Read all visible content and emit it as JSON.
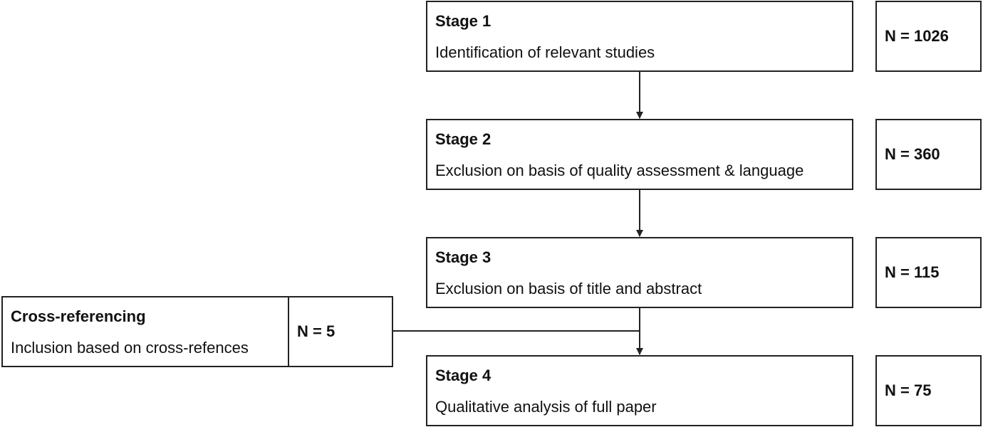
{
  "stages": [
    {
      "title": "Stage 1",
      "description": "Identification of relevant studies",
      "count": "N = 1026"
    },
    {
      "title": "Stage 2",
      "description": "Exclusion on basis of quality assessment & language",
      "count": "N = 360"
    },
    {
      "title": "Stage 3",
      "description": "Exclusion on basis of title and abstract",
      "count": "N = 115"
    },
    {
      "title": "Stage 4",
      "description": "Qualitative analysis of full paper",
      "count": "N = 75"
    }
  ],
  "cross_referencing": {
    "title": "Cross-referencing",
    "description": "Inclusion based on cross-refences",
    "count": "N = 5"
  }
}
